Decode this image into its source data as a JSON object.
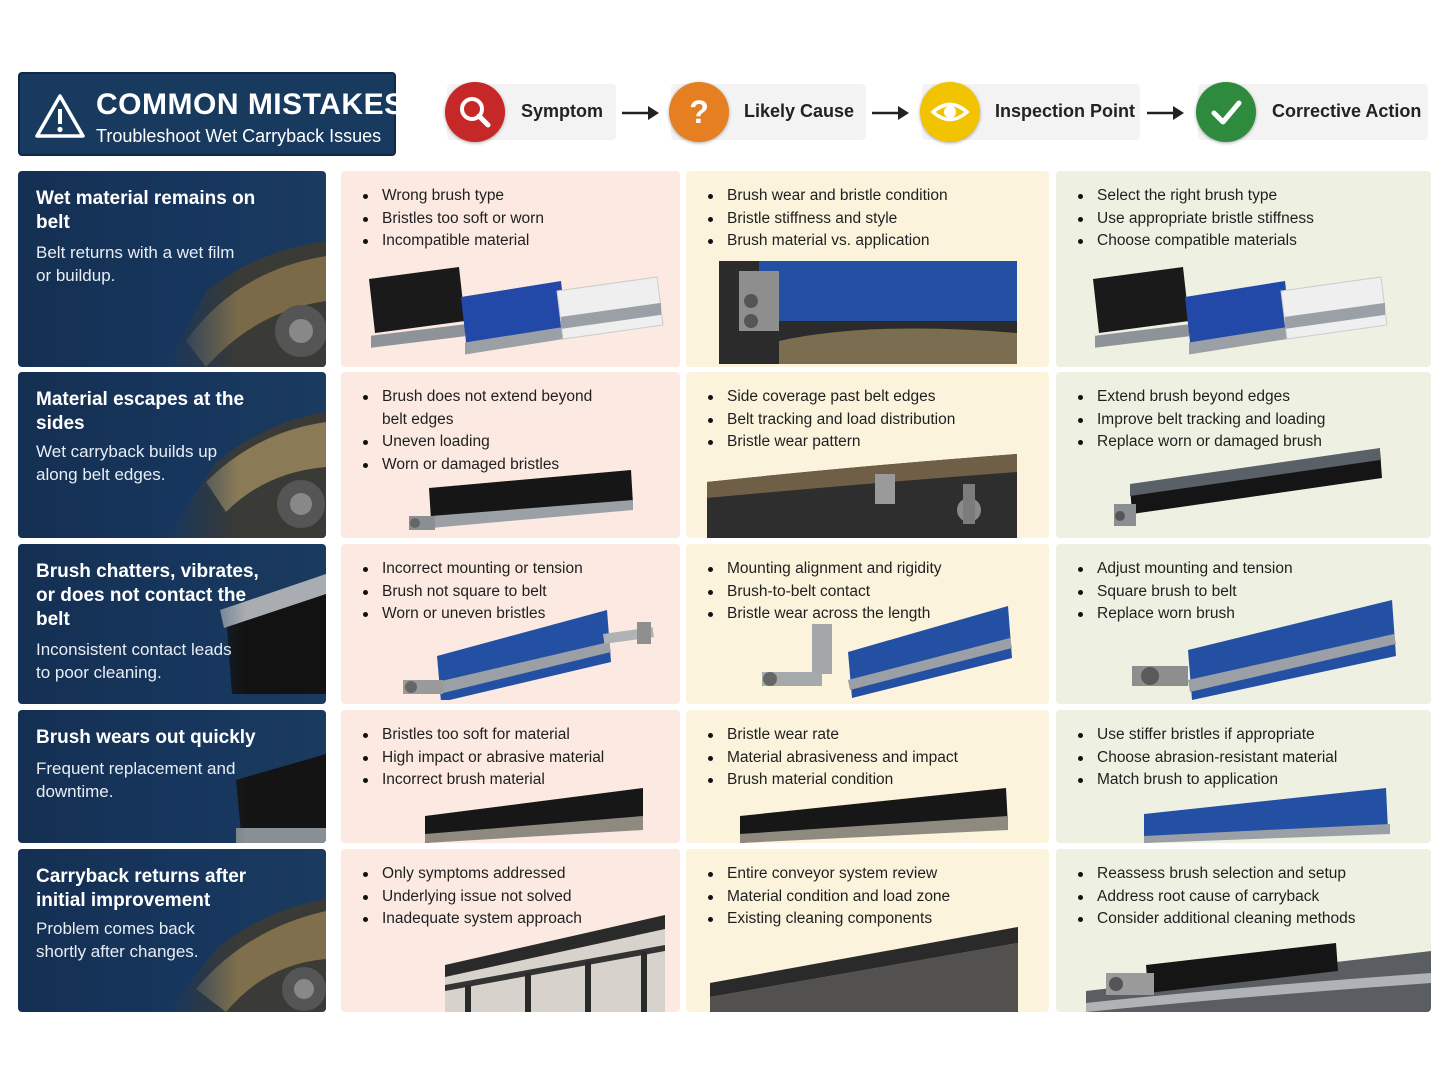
{
  "header": {
    "title": "COMMON MISTAKES",
    "subtitle": "Troubleshoot Wet Carryback Issues",
    "icon": "warning-triangle-icon"
  },
  "legend": [
    {
      "label": "Symptom",
      "icon": "magnifier-icon",
      "color": "#c62828"
    },
    {
      "label": "Likely Cause",
      "icon": "question-mark-icon",
      "color": "#e67e22"
    },
    {
      "label": "Inspection Point",
      "icon": "eye-icon",
      "color": "#f2c300"
    },
    {
      "label": "Corrective Action",
      "icon": "checkmark-icon",
      "color": "#2e8b3d"
    }
  ],
  "colors": {
    "header_navy": "#173a5e",
    "symptom_bg": "#fbe9e2",
    "cause_bg": "#fbf3dc",
    "action_bg": "#eef0e2"
  },
  "rows": [
    {
      "problem": {
        "title": "Wet material remains on belt",
        "desc": "Belt returns with a wet film or buildup."
      },
      "symptom": [
        "Wrong brush type",
        "Bristles too soft or worn",
        "Incompatible material"
      ],
      "inspection": [
        "Brush wear and bristle condition",
        "Bristle stiffness and style",
        "Brush material vs. application"
      ],
      "action": [
        "Select the right brush type",
        "Use appropriate bristle stiffness",
        "Choose compatible materials"
      ]
    },
    {
      "problem": {
        "title": "Material escapes at the sides",
        "desc": "Wet carryback builds up along belt edges."
      },
      "symptom": [
        "Brush does not extend beyond",
        "belt edges",
        "Uneven loading",
        "Worn or damaged bristles"
      ],
      "inspection": [
        "Side coverage past belt edges",
        "Belt tracking and load distribution",
        "Bristle wear pattern"
      ],
      "action": [
        "Extend brush beyond edges",
        "Improve belt tracking and loading",
        "Replace worn or damaged brush"
      ]
    },
    {
      "problem": {
        "title": "Brush chatters, vibrates, or does not contact the belt",
        "desc": "Inconsistent contact leads to poor cleaning."
      },
      "symptom": [
        "Incorrect mounting or tension",
        "Brush not square to belt",
        "Worn or uneven bristles"
      ],
      "inspection": [
        "Mounting alignment and rigidity",
        "Brush-to-belt contact",
        "Bristle wear across the length"
      ],
      "action": [
        "Adjust mounting and tension",
        "Square brush to belt",
        "Replace worn brush"
      ]
    },
    {
      "problem": {
        "title": "Brush wears out quickly",
        "desc": "Frequent replacement and downtime."
      },
      "symptom": [
        "Bristles too soft for material",
        "High impact or abrasive material",
        "Incorrect brush material"
      ],
      "inspection": [
        "Bristle wear rate",
        "Material abrasiveness and impact",
        "Brush material condition"
      ],
      "action": [
        "Use stiffer bristles if appropriate",
        "Choose abrasion-resistant material",
        "Match brush to application"
      ]
    },
    {
      "problem": {
        "title": "Carryback returns after initial improvement",
        "desc": "Problem comes back shortly after changes."
      },
      "symptom": [
        "Only symptoms addressed",
        "Underlying issue not solved",
        "Inadequate system approach"
      ],
      "inspection": [
        "Entire conveyor system review",
        "Material condition and load zone",
        "Existing cleaning components"
      ],
      "action": [
        "Reassess brush selection and setup",
        "Address root cause of carryback",
        "Consider additional cleaning methods"
      ]
    }
  ]
}
